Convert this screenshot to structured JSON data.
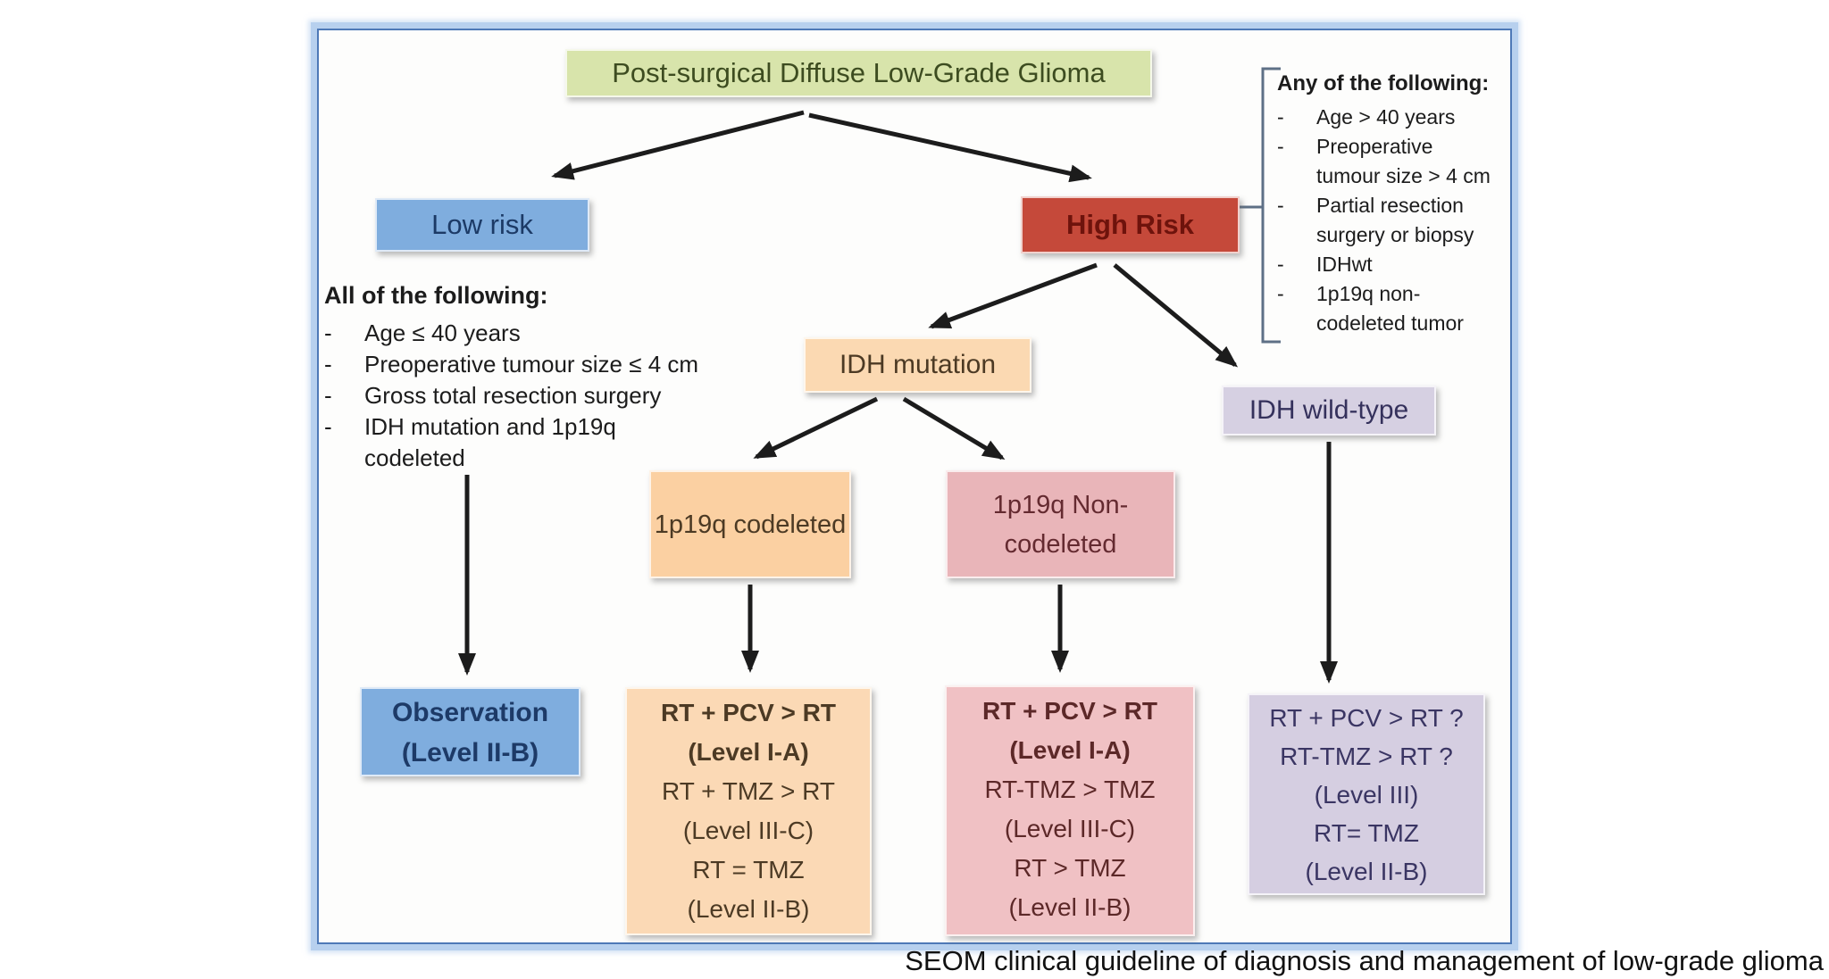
{
  "root": {
    "label": "Post-surgical Diffuse Low-Grade Glioma"
  },
  "risk": {
    "low": {
      "label": "Low risk"
    },
    "high": {
      "label": "High Risk"
    }
  },
  "low_risk_criteria": {
    "title": "All of the following:",
    "bullet": "-",
    "items": [
      "Age ≤ 40 years",
      "Preoperative tumour size ≤ 4 cm",
      "Gross total resection surgery",
      "IDH mutation and 1p19q codeleted"
    ]
  },
  "high_risk_criteria": {
    "title": "Any of the following:",
    "bullet": "-",
    "items": [
      "Age > 40 years",
      "Preoperative tumour size > 4 cm",
      "Partial resection surgery or biopsy",
      "IDHwt",
      "1p19q non-codeleted tumor"
    ]
  },
  "molecular": {
    "idh_mutation": {
      "label": "IDH mutation"
    },
    "idh_wildtype": {
      "label": "IDH wild-type"
    },
    "codeleted": {
      "label": "1p19q codeleted"
    },
    "non_codeleted": {
      "label": "1p19q Non-codeleted"
    }
  },
  "outcomes": {
    "observation": {
      "lines": [
        "Observation",
        "(Level II-B)"
      ]
    },
    "codeleted_treatment": {
      "lines": [
        "RT + PCV > RT",
        "(Level I-A)",
        "RT + TMZ > RT",
        "(Level III-C)",
        "RT = TMZ",
        "(Level II-B)"
      ]
    },
    "non_codeleted_treatment": {
      "lines": [
        "RT + PCV > RT",
        "(Level I-A)",
        "RT-TMZ > TMZ",
        "(Level III-C)",
        "RT > TMZ",
        "(Level II-B)"
      ]
    },
    "wildtype_treatment": {
      "lines": [
        "RT + PCV > RT ?",
        "RT-TMZ > RT ?",
        "(Level III)",
        "RT= TMZ",
        "(Level II-B)"
      ]
    }
  },
  "caption": "SEOM clinical guideline of diagnosis and management of low-grade glioma",
  "colors": {
    "frame_border": "#4e79b7",
    "frame_glow": "#b7d0ee",
    "root_green": "#d8e4ab",
    "risk_blue": "#7fadde",
    "risk_red": "#c5493a",
    "peach": "#fbd9b2",
    "orange": "#fbd0a2",
    "pink": "#e9b5b9",
    "lavender": "#d6d0e2",
    "arrow_black": "#1c1c1c",
    "bracket_gray": "#5e7086"
  }
}
